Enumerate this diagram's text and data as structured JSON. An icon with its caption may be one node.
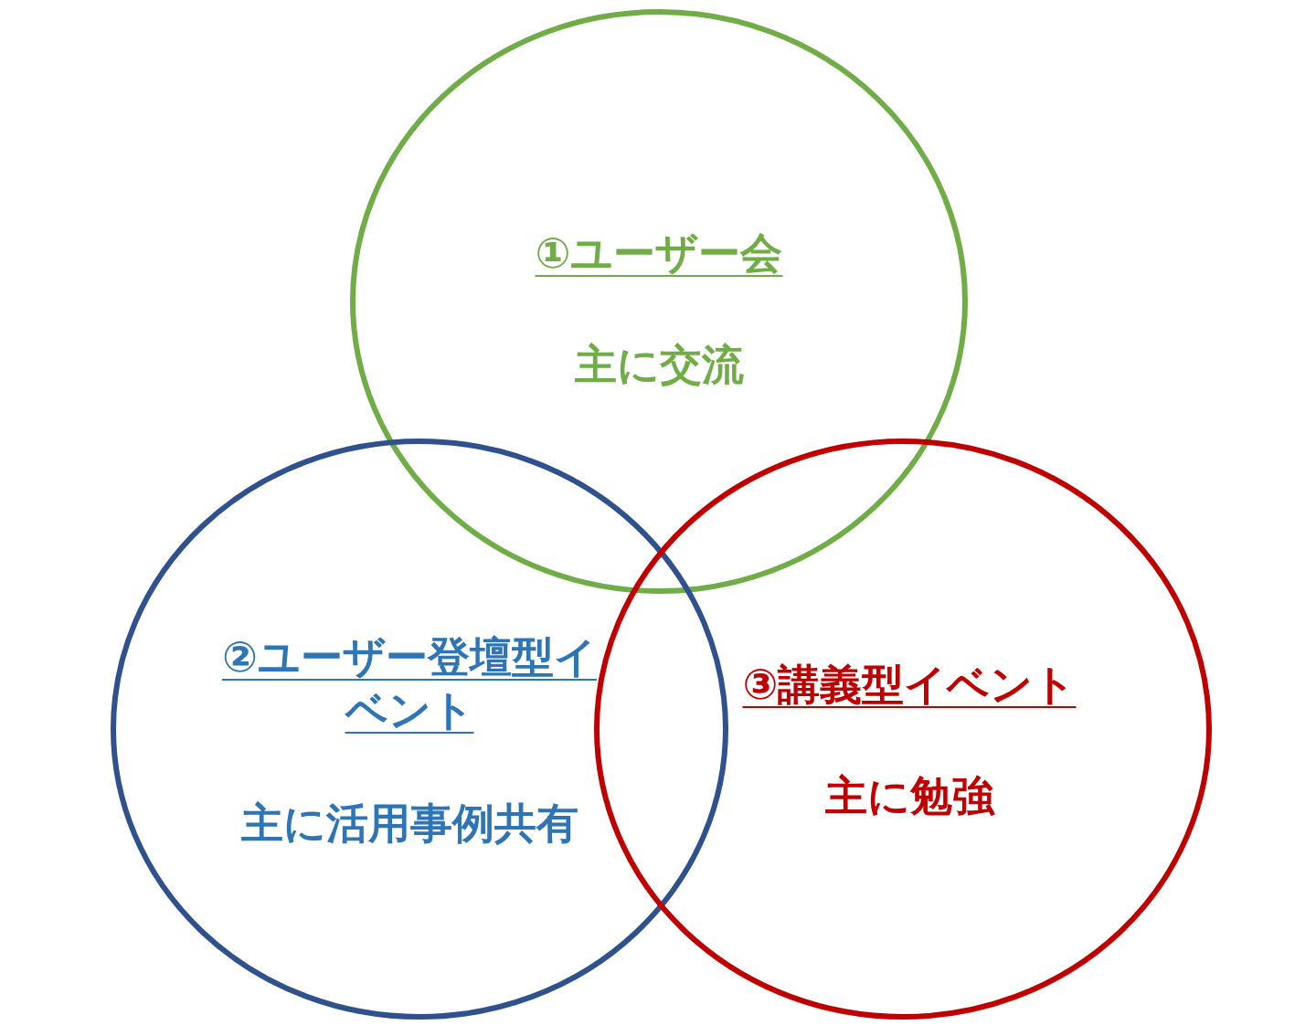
{
  "diagram": {
    "nodes": [
      {
        "text": [
          "①ユーザー会",
          "主に交流"
        ]
      },
      {
        "text": [
          "②ユーザー登壇型イベント",
          "主に活用事例共有"
        ]
      },
      {
        "text": [
          "③講義型イベント",
          "主に勉強"
        ]
      }
    ]
  }
}
